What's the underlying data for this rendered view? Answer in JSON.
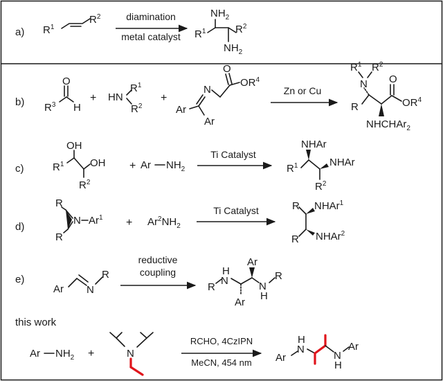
{
  "rows": {
    "a": {
      "letter": "a)",
      "above_arrow": "diamination",
      "below_arrow": "metal catalyst",
      "reactant": {
        "r1": "R",
        "r1_sup": "1",
        "r2": "R",
        "r2_sup": "2"
      },
      "product": {
        "nh2_top": "NH",
        "nh2_top_sub": "2",
        "nh2_bot": "NH",
        "nh2_bot_sub": "2",
        "r1": "R",
        "r1_sup": "1",
        "r2": "R",
        "r2_sup": "2"
      }
    },
    "b": {
      "letter": "b)",
      "arrow_label": "Zn or Cu",
      "plus": "+",
      "aldehyde": {
        "o": "O",
        "r3": "R",
        "r3_sup": "3",
        "h": "H"
      },
      "amine": {
        "hn": "HN",
        "r1": "R",
        "r1_sup": "1",
        "r2": "R",
        "r2_sup": "2"
      },
      "imine": {
        "o": "O",
        "or4": "OR",
        "or4_sup": "4",
        "n": "N",
        "ar1": "Ar",
        "ar2": "Ar"
      },
      "product": {
        "r1": "R",
        "r1_sup": "1",
        "r2": "R",
        "r2_sup": "2",
        "n": "N",
        "r": "R",
        "o": "O",
        "or4": "OR",
        "or4_sup": "4",
        "nhchar2": "NHCHAr",
        "nhchar2_sub": "2"
      }
    },
    "c": {
      "letter": "c)",
      "arrow_label": "Ti Catalyst",
      "plus": "+",
      "diol": {
        "oh1": "OH",
        "oh2": "OH",
        "r1": "R",
        "r1_sup": "1",
        "r2": "R",
        "r2_sup": "2"
      },
      "aniline": {
        "ar": "Ar",
        "nh2": "NH",
        "nh2_sub": "2"
      },
      "product": {
        "nhar1": "NHAr",
        "nhar2": "NHAr",
        "r1": "R",
        "r1_sup": "1",
        "r2": "R",
        "r2_sup": "2"
      }
    },
    "d": {
      "letter": "d)",
      "arrow_label": "Ti Catalyst",
      "plus": "+",
      "aziridine": {
        "r_top": "R",
        "r_bot": "R",
        "n": "N",
        "ar1": "Ar",
        "ar1_sup": "1"
      },
      "amine": {
        "ar": "Ar",
        "ar_sup": "2",
        "nh2": "NH",
        "nh2_sub": "2"
      },
      "product": {
        "r_top": "R",
        "r_bot": "R",
        "nhar1": "NHAr",
        "nhar1_sup": "1",
        "nhar2": "NHAr",
        "nhar2_sup": "2"
      }
    },
    "e": {
      "letter": "e)",
      "above_arrow_1": "reductive",
      "above_arrow_2": "coupling",
      "imine": {
        "ar": "Ar",
        "n": "N",
        "r": "R"
      },
      "product": {
        "r_left": "R",
        "n_left": "N",
        "h_left": "H",
        "ar_top": "Ar",
        "ar_bot": "Ar",
        "n_right": "N",
        "h_right": "H",
        "r_right": "R"
      }
    },
    "this_work": {
      "heading": "this work",
      "plus": "+",
      "above_arrow": "RCHO, 4CzIPN",
      "below_arrow": "MeCN, 454 nm",
      "aniline": {
        "ar": "Ar",
        "nh2": "NH",
        "nh2_sub": "2"
      },
      "amine": {
        "n": "N"
      },
      "product": {
        "ar_left": "Ar",
        "n_left": "N",
        "h_left": "H",
        "n_right": "N",
        "h_right": "H",
        "ar_right": "Ar"
      }
    }
  },
  "colors": {
    "accent_red": "#e0151c",
    "border": "#1a1a1a",
    "ink": "#1a1a1a"
  },
  "highlighted_bond": "N-ethyl bond (red)"
}
